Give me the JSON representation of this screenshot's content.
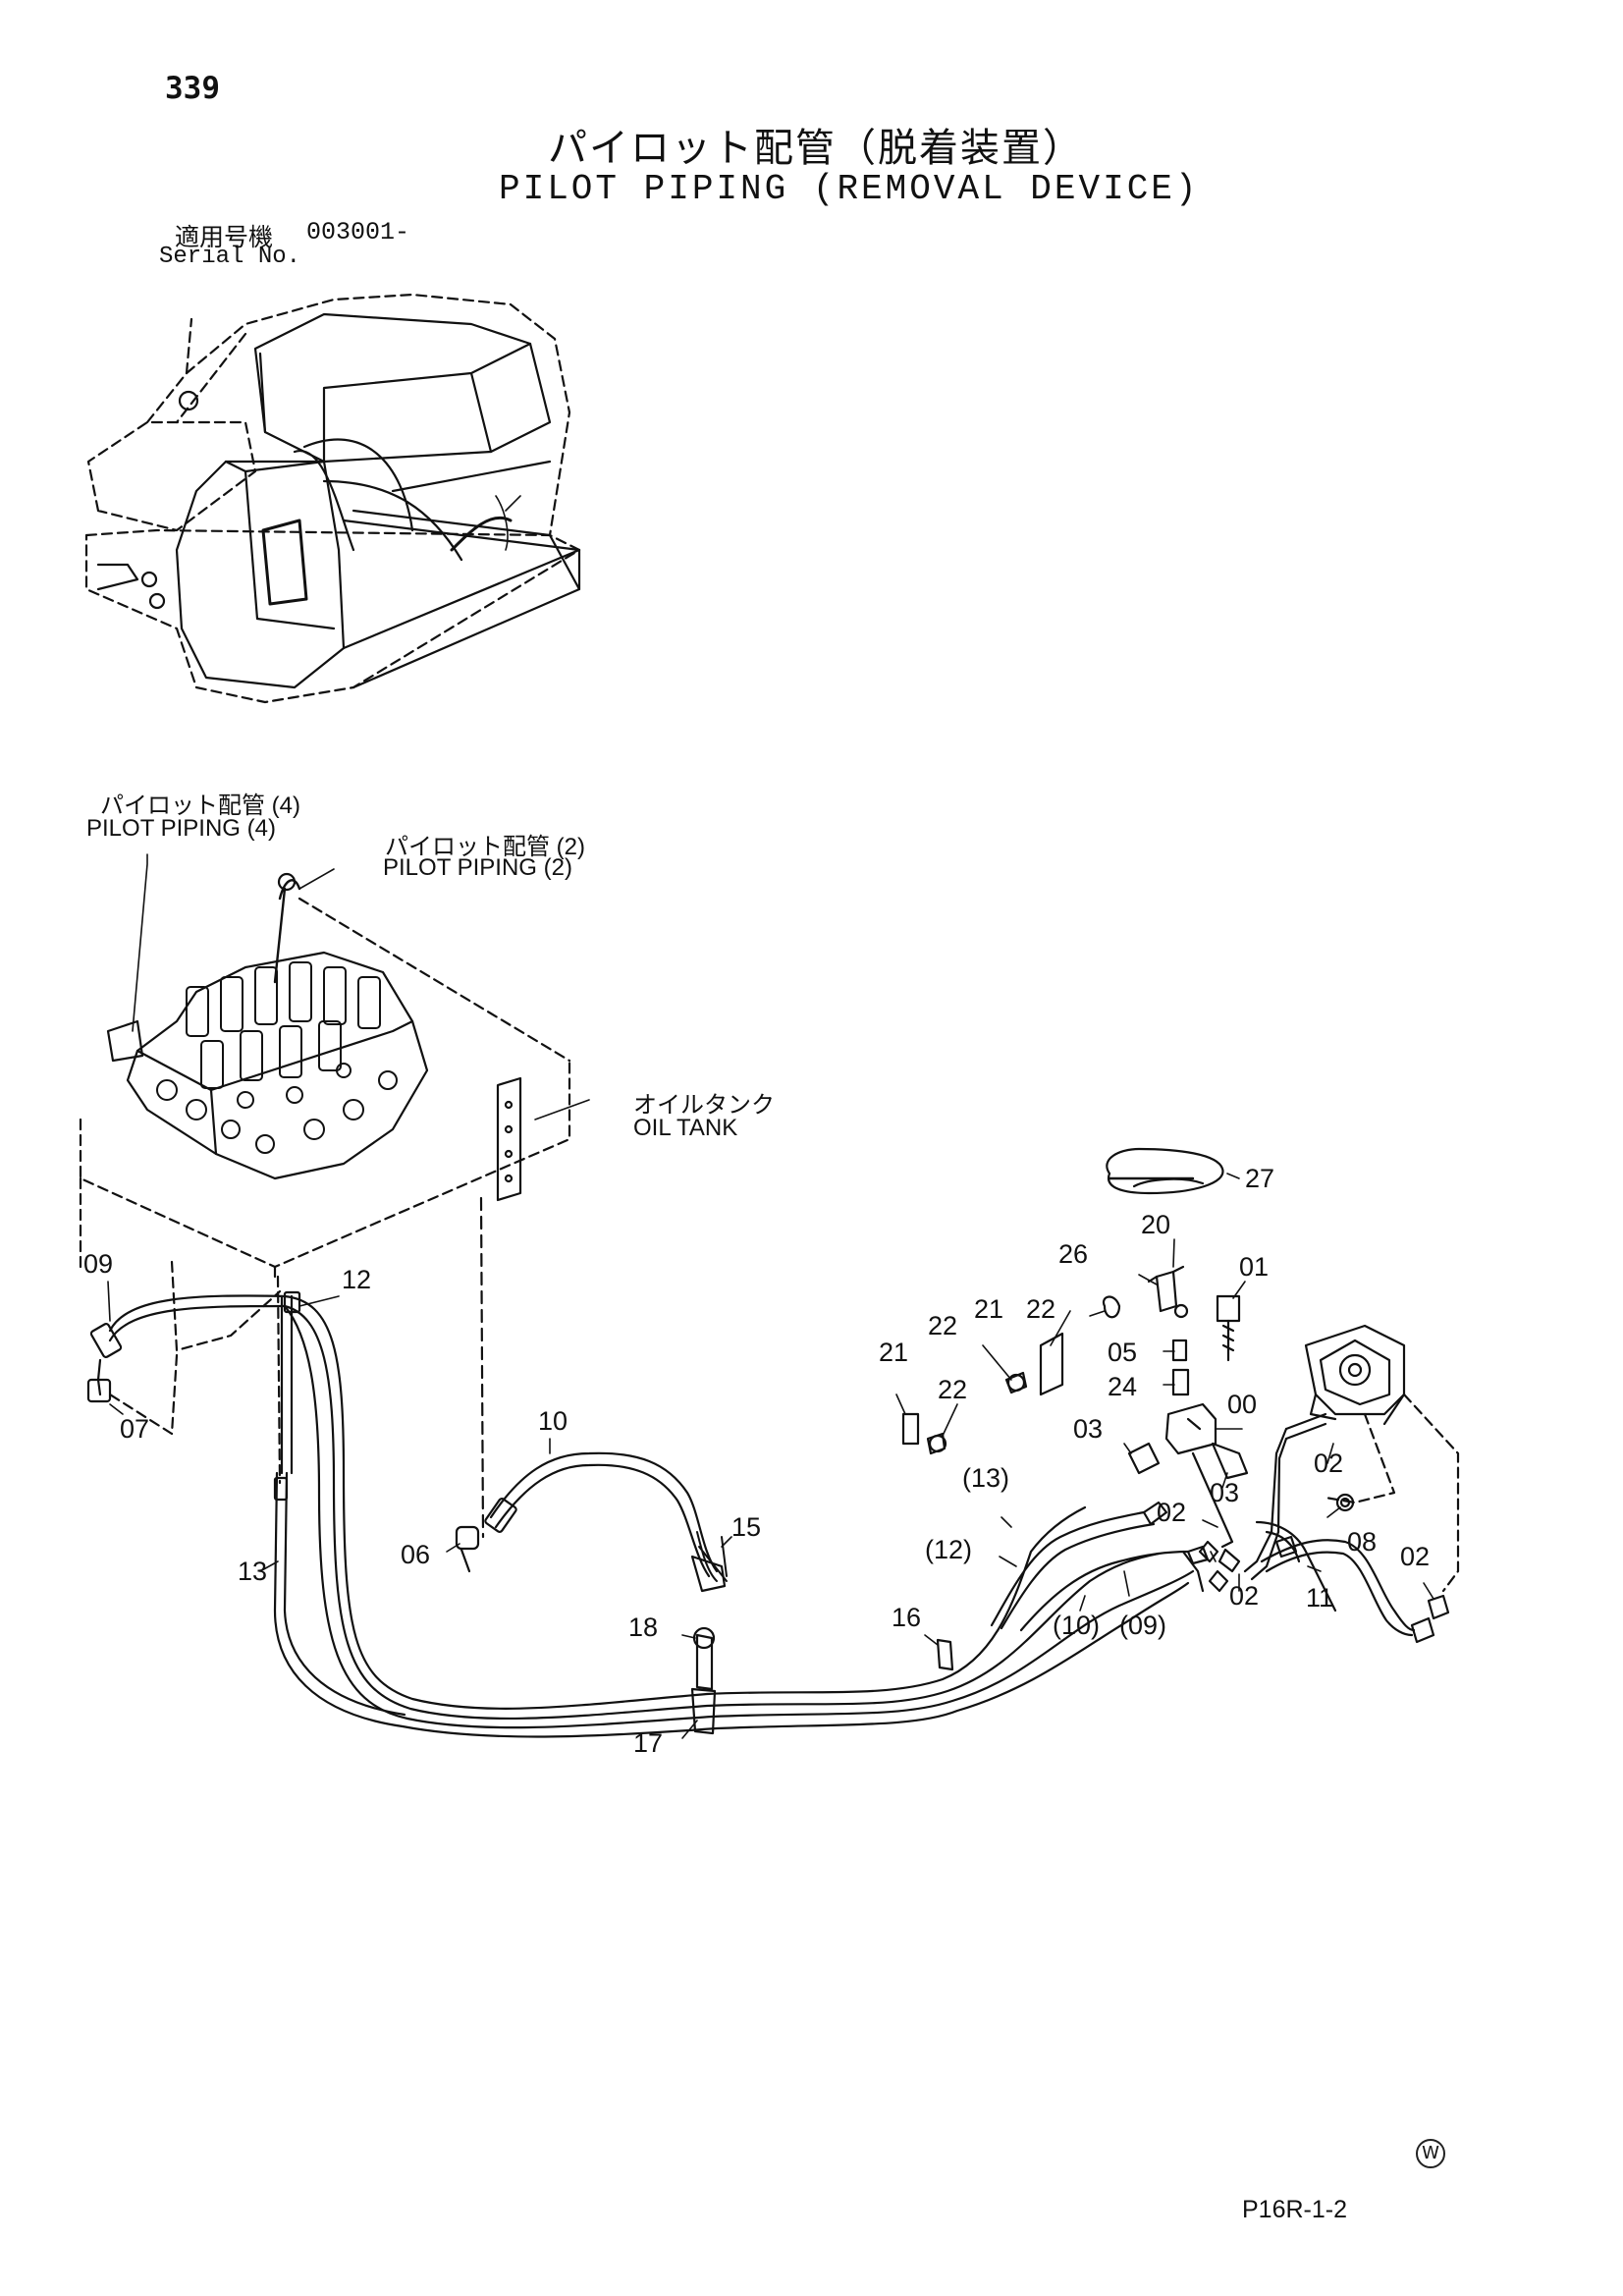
{
  "page_number": "339",
  "title_jp": "パイロット配管（脱着装置）",
  "title_en": "PILOT PIPING (REMOVAL DEVICE)",
  "serial": {
    "label_jp": "適用号機",
    "value": "003001-",
    "label_en": "Serial No."
  },
  "labels": {
    "pp4_jp": "パイロット配管 (4)",
    "pp4_en": "PILOT PIPING (4)",
    "pp2_jp": "パイロット配管 (2)",
    "pp2_en": "PILOT PIPING (2)",
    "oil_jp": "オイルタンク",
    "oil_en": "OIL TANK"
  },
  "callouts": {
    "c27": "27",
    "c20": "20",
    "c26": "26",
    "c01": "01",
    "c22a": "22",
    "c21a": "21",
    "c22b": "22",
    "c05": "05",
    "c24": "24",
    "c21b": "21",
    "c22c": "22",
    "c00": "00",
    "c03a": "03",
    "c03b": "03",
    "c13p": "(13)",
    "c12p": "(12)",
    "c02a": "02",
    "c02b": "02",
    "c02c": "02",
    "c02d": "02",
    "c08": "08",
    "c11": "11",
    "c10p": "(10)",
    "c09p": "(09)",
    "c16": "16",
    "c09": "09",
    "c07": "07",
    "c12": "12",
    "c10": "10",
    "c06": "06",
    "c13": "13",
    "c15": "15",
    "c18": "18",
    "c17": "17"
  },
  "watermark": "W",
  "page_code": "P16R-1-2"
}
